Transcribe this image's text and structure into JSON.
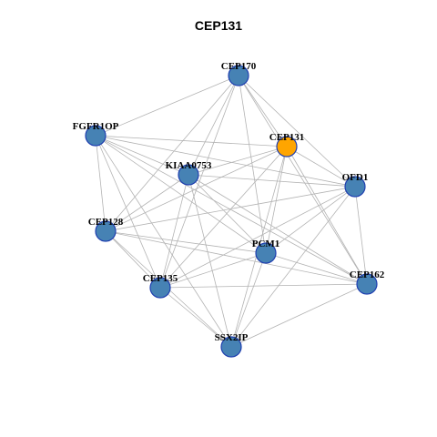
{
  "title": "CEP131",
  "colors": {
    "node": "#4682b4",
    "highlight": "#ffa500",
    "border": "#1f3fb0",
    "edge": "#b3b3b3"
  },
  "nodes": [
    {
      "id": "CEP170",
      "label": "CEP170",
      "highlight": false
    },
    {
      "id": "FGFR1OP",
      "label": "FGFR1OP",
      "highlight": false
    },
    {
      "id": "CEP131",
      "label": "CEP131",
      "highlight": true
    },
    {
      "id": "KIAA0753",
      "label": "KIAA0753",
      "highlight": false
    },
    {
      "id": "OFD1",
      "label": "OFD1",
      "highlight": false
    },
    {
      "id": "CEP128",
      "label": "CEP128",
      "highlight": false
    },
    {
      "id": "PCM1",
      "label": "PCM1",
      "highlight": false
    },
    {
      "id": "CEP162",
      "label": "CEP162",
      "highlight": false
    },
    {
      "id": "CEP135",
      "label": "CEP135",
      "highlight": false
    },
    {
      "id": "SSX2IP",
      "label": "SSX2IP",
      "highlight": false
    }
  ],
  "edges": [
    [
      "CEP170",
      "FGFR1OP"
    ],
    [
      "CEP170",
      "CEP131"
    ],
    [
      "CEP170",
      "KIAA0753"
    ],
    [
      "CEP170",
      "OFD1"
    ],
    [
      "CEP170",
      "PCM1"
    ],
    [
      "CEP170",
      "CEP162"
    ],
    [
      "CEP170",
      "CEP135"
    ],
    [
      "CEP170",
      "CEP128"
    ],
    [
      "FGFR1OP",
      "CEP131"
    ],
    [
      "FGFR1OP",
      "KIAA0753"
    ],
    [
      "FGFR1OP",
      "OFD1"
    ],
    [
      "FGFR1OP",
      "CEP128"
    ],
    [
      "FGFR1OP",
      "PCM1"
    ],
    [
      "FGFR1OP",
      "CEP135"
    ],
    [
      "FGFR1OP",
      "SSX2IP"
    ],
    [
      "FGFR1OP",
      "CEP162"
    ],
    [
      "CEP131",
      "KIAA0753"
    ],
    [
      "CEP131",
      "OFD1"
    ],
    [
      "CEP131",
      "PCM1"
    ],
    [
      "CEP131",
      "CEP162"
    ],
    [
      "CEP131",
      "CEP135"
    ],
    [
      "CEP131",
      "SSX2IP"
    ],
    [
      "CEP131",
      "CEP128"
    ],
    [
      "KIAA0753",
      "OFD1"
    ],
    [
      "KIAA0753",
      "PCM1"
    ],
    [
      "KIAA0753",
      "CEP135"
    ],
    [
      "KIAA0753",
      "SSX2IP"
    ],
    [
      "KIAA0753",
      "CEP162"
    ],
    [
      "KIAA0753",
      "CEP128"
    ],
    [
      "OFD1",
      "CEP128"
    ],
    [
      "OFD1",
      "PCM1"
    ],
    [
      "OFD1",
      "CEP162"
    ],
    [
      "OFD1",
      "CEP135"
    ],
    [
      "OFD1",
      "SSX2IP"
    ],
    [
      "CEP128",
      "PCM1"
    ],
    [
      "CEP128",
      "CEP162"
    ],
    [
      "CEP128",
      "CEP135"
    ],
    [
      "CEP128",
      "SSX2IP"
    ],
    [
      "PCM1",
      "CEP162"
    ],
    [
      "PCM1",
      "CEP135"
    ],
    [
      "PCM1",
      "SSX2IP"
    ],
    [
      "CEP162",
      "CEP135"
    ],
    [
      "CEP162",
      "SSX2IP"
    ],
    [
      "CEP135",
      "SSX2IP"
    ]
  ]
}
